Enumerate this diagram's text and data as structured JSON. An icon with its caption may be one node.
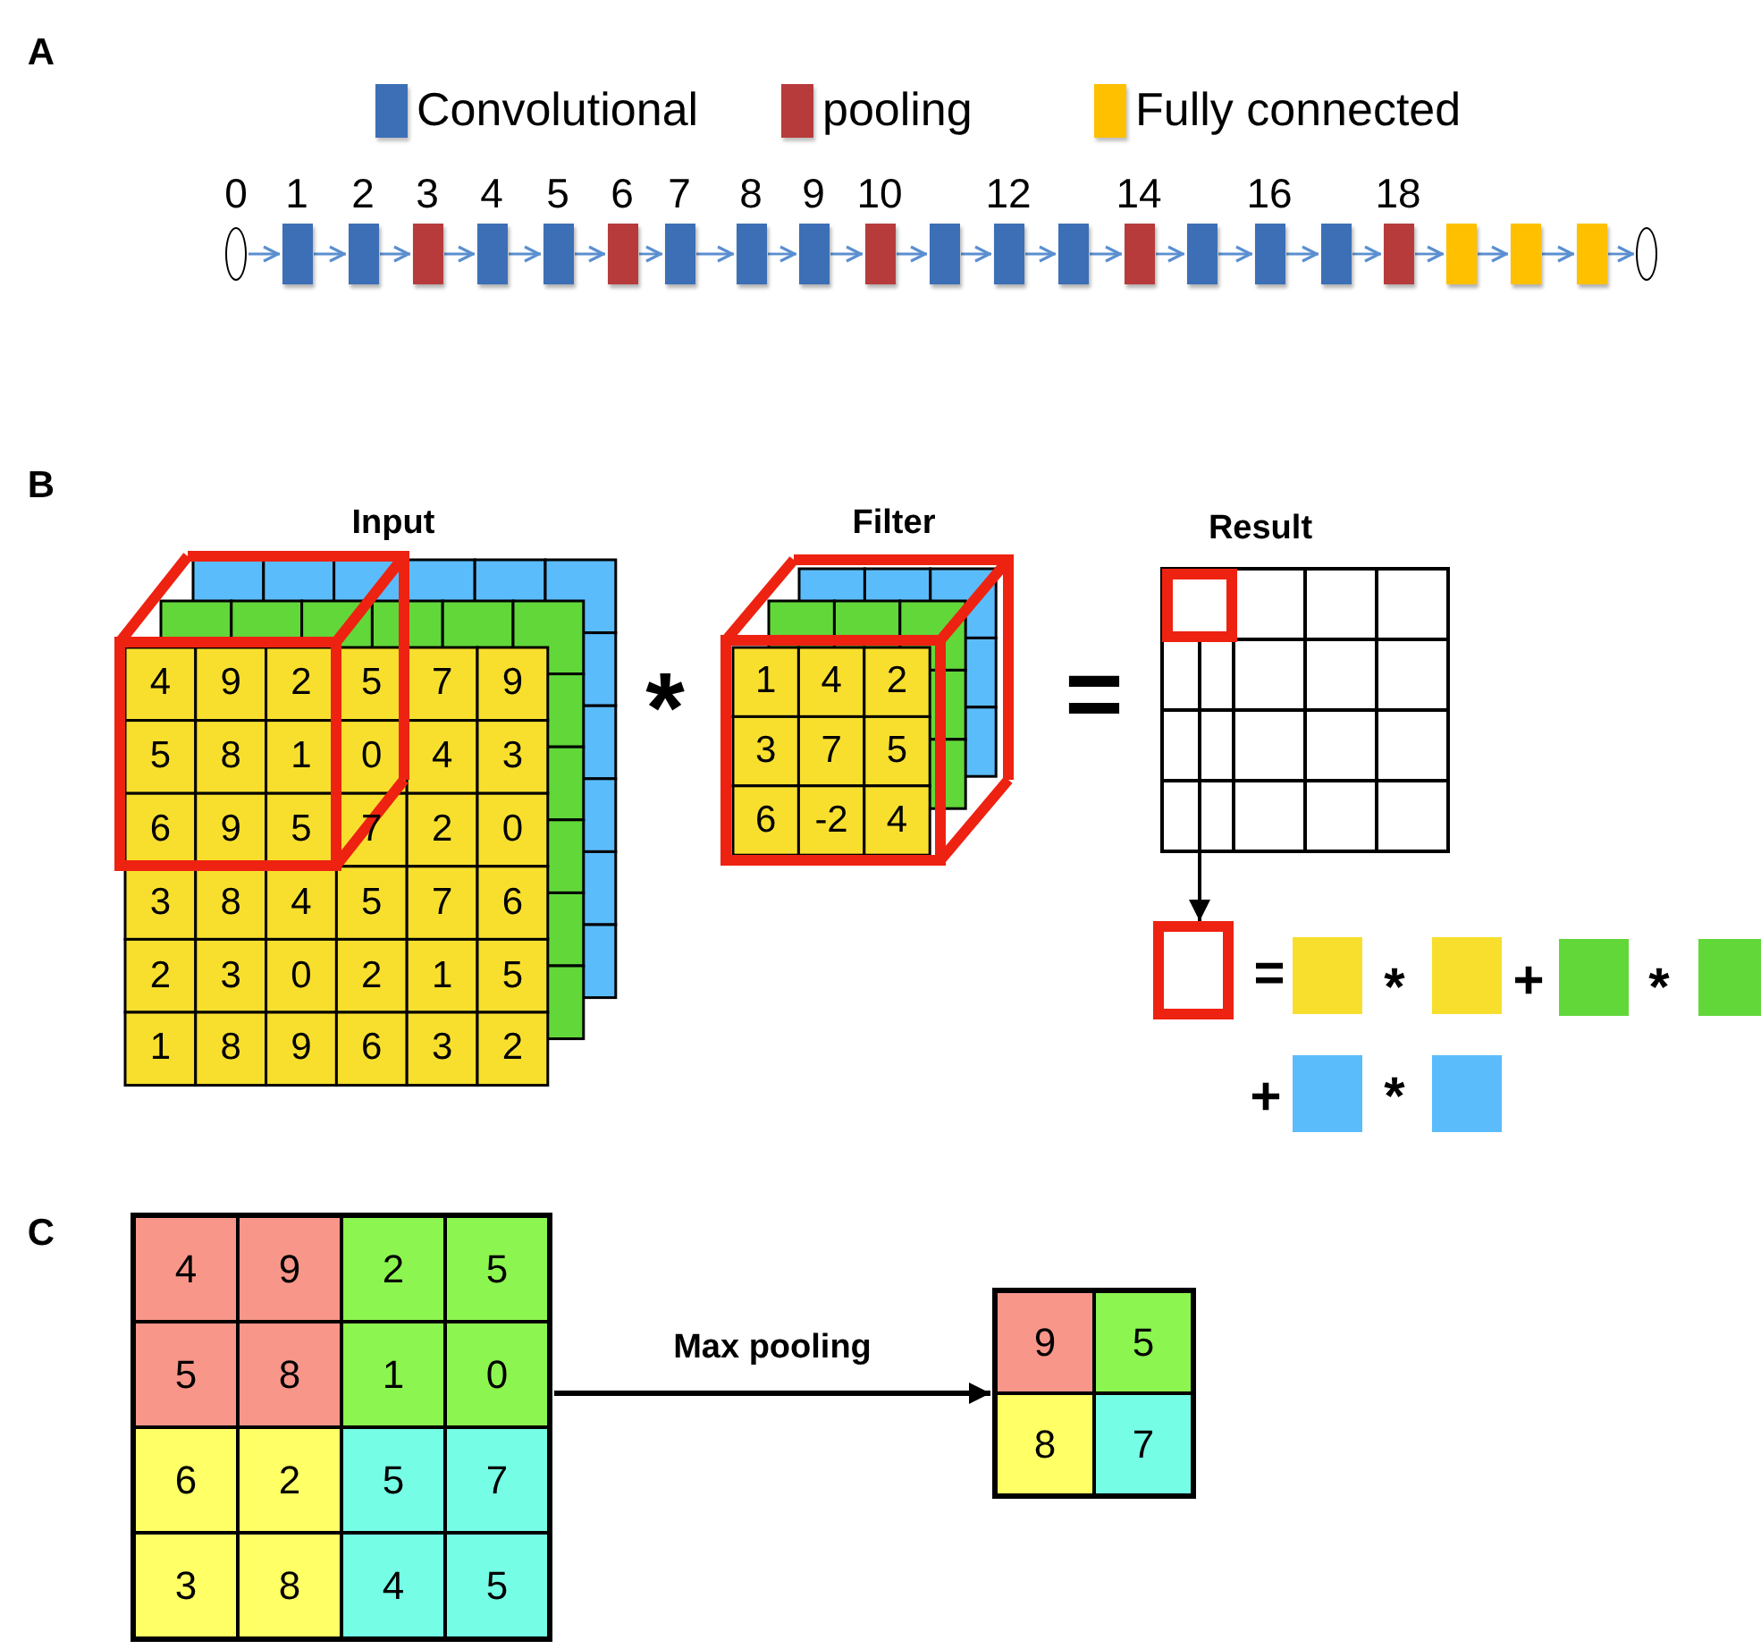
{
  "diagram": {
    "nodes": [
      {
        "text": [],
        "shape": "ellipse",
        "beside": [
          "0"
        ]
      },
      {
        "text": [],
        "shape": "bar",
        "beside": [
          "1"
        ]
      },
      {
        "text": [],
        "shape": "bar",
        "beside": [
          "2"
        ]
      },
      {
        "text": [],
        "shape": "bar",
        "beside": [
          "3"
        ]
      },
      {
        "text": [],
        "shape": "bar",
        "beside": [
          "4"
        ]
      },
      {
        "text": [],
        "shape": "bar",
        "beside": [
          "5"
        ]
      },
      {
        "text": [],
        "shape": "bar",
        "beside": [
          "6"
        ]
      },
      {
        "text": [],
        "shape": "bar",
        "beside": [
          "7"
        ]
      },
      {
        "text": [],
        "shape": "bar",
        "beside": [
          "8"
        ]
      },
      {
        "text": [],
        "shape": "bar",
        "beside": [
          "9"
        ]
      },
      {
        "text": [],
        "shape": "bar",
        "beside": [
          "10"
        ]
      },
      {
        "text": [],
        "shape": "bar"
      },
      {
        "text": [],
        "shape": "bar",
        "beside": [
          "12"
        ]
      },
      {
        "text": [],
        "shape": "bar"
      },
      {
        "text": [],
        "shape": "bar",
        "beside": [
          "14"
        ]
      },
      {
        "text": [],
        "shape": "bar"
      },
      {
        "text": [],
        "shape": "bar",
        "beside": [
          "16"
        ]
      },
      {
        "text": [],
        "shape": "bar"
      },
      {
        "text": [],
        "shape": "bar",
        "beside": [
          "18"
        ]
      },
      {
        "text": [],
        "shape": "bar"
      },
      {
        "text": [],
        "shape": "bar"
      },
      {
        "text": [],
        "shape": "bar"
      },
      {
        "text": [],
        "shape": "ellipse"
      },
      {
        "text": [],
        "shape": "box"
      },
      {
        "text": [],
        "shape": "box"
      },
      {
        "text": [
          "4",
          "9",
          "2",
          "5",
          "5",
          "8",
          "1",
          "0",
          "6",
          "2",
          "5",
          "7",
          "3",
          "8",
          "4",
          "5"
        ]
      },
      {
        "text": [
          "9",
          "5",
          "8",
          "7"
        ]
      }
    ],
    "edges": [
      {
        "from": 0,
        "to": 1,
        "arrow": "to"
      },
      {
        "from": 1,
        "to": 2,
        "arrow": "to"
      },
      {
        "from": 2,
        "to": 3,
        "arrow": "to"
      },
      {
        "from": 3,
        "to": 4,
        "arrow": "to"
      },
      {
        "from": 4,
        "to": 5,
        "arrow": "to"
      },
      {
        "from": 5,
        "to": 6,
        "arrow": "to"
      },
      {
        "from": 6,
        "to": 7,
        "arrow": "to"
      },
      {
        "from": 7,
        "to": 8,
        "arrow": "to"
      },
      {
        "from": 8,
        "to": 9,
        "arrow": "to"
      },
      {
        "from": 9,
        "to": 10,
        "arrow": "to"
      },
      {
        "from": 10,
        "to": 11,
        "arrow": "to"
      },
      {
        "from": 11,
        "to": 12,
        "arrow": "to"
      },
      {
        "from": 12,
        "to": 13,
        "arrow": "to"
      },
      {
        "from": 13,
        "to": 14,
        "arrow": "to"
      },
      {
        "from": 14,
        "to": 15,
        "arrow": "to"
      },
      {
        "from": 15,
        "to": 16,
        "arrow": "to"
      },
      {
        "from": 16,
        "to": 17,
        "arrow": "to"
      },
      {
        "from": 17,
        "to": 18,
        "arrow": "to"
      },
      {
        "from": 18,
        "to": 19,
        "arrow": "to"
      },
      {
        "from": 19,
        "to": 20,
        "arrow": "to"
      },
      {
        "from": 20,
        "to": 21,
        "arrow": "to"
      },
      {
        "from": 21,
        "to": 22,
        "arrow": "to"
      },
      {
        "from": 23,
        "to": 24,
        "arrow": "to",
        "color": "#000000"
      },
      {
        "from": 25,
        "to": 26,
        "arrow": "to",
        "label": "Max pooling",
        "style": "thick",
        "color": "#000000"
      }
    ],
    "labels": [
      "A",
      "B",
      "Input",
      "Filter",
      "Result",
      "4",
      "9",
      "2",
      "5",
      "7",
      "9",
      "5",
      "8",
      "1",
      "0",
      "4",
      "3",
      "6",
      "9",
      "5",
      "7",
      "2",
      "0",
      "3",
      "8",
      "4",
      "5",
      "7",
      "6",
      "2",
      "3",
      "0",
      "2",
      "1",
      "5",
      "1",
      "8",
      "9",
      "6",
      "3",
      "2",
      "*",
      "=",
      "1",
      "4",
      "2",
      "3",
      "7",
      "5",
      "6",
      "-2",
      "4",
      "=",
      "*",
      "+",
      "*",
      "+",
      "*",
      "C"
    ],
    "legend": [
      {
        "text": "Convolutional",
        "color": "#3d6fb6"
      },
      {
        "text": "pooling",
        "color": "#b83b3b"
      },
      {
        "text": "Fully connected",
        "color": "#ffc000"
      }
    ]
  }
}
